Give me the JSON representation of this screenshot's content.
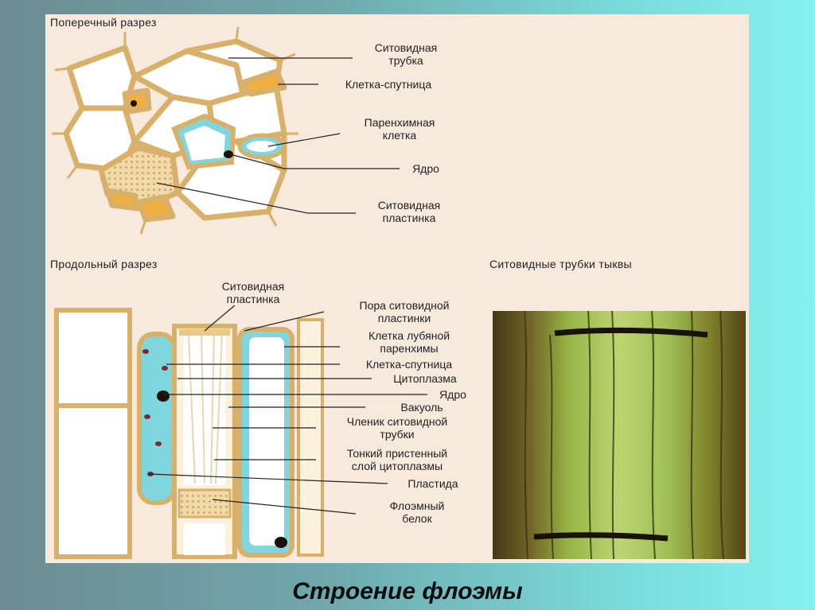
{
  "slide_title": "Строение флоэмы",
  "sections": {
    "cross": "Поперечный разрез",
    "longitudinal": "Продольный разрез",
    "photo": "Ситовидные трубки тыквы"
  },
  "cross_labels": {
    "sieve_tube": [
      "Ситовидная",
      "трубка"
    ],
    "companion": "Клетка-спутница",
    "parenchyma": [
      "Паренхимная",
      "клетка"
    ],
    "nucleus": "Ядро",
    "sieve_plate": [
      "Ситовидная",
      "пластинка"
    ]
  },
  "long_labels": {
    "sieve_plate": [
      "Ситовидная",
      "пластинка"
    ],
    "pore": [
      "Пора ситовидной",
      "пластинки"
    ],
    "bast_parenchyma": [
      "Клетка лубяной",
      "паренхимы"
    ],
    "companion": "Клетка-спутница",
    "cytoplasm": "Цитоплазма",
    "nucleus": "Ядро",
    "vacuole": "Вакуоль",
    "segment": [
      "Членик ситовидной",
      "трубки"
    ],
    "thin_layer": [
      "Тонкий пристенный",
      "слой цитоплазмы"
    ],
    "plastid": "Пластида",
    "protein": [
      "Флоэмный",
      "белок"
    ]
  },
  "colors": {
    "cell_wall": "#e8c98a",
    "cytoplasm": "#7fd6de",
    "companion_fill": "#f0b040",
    "nucleus": "#1a1008",
    "plastid": "#7a2a2a"
  }
}
